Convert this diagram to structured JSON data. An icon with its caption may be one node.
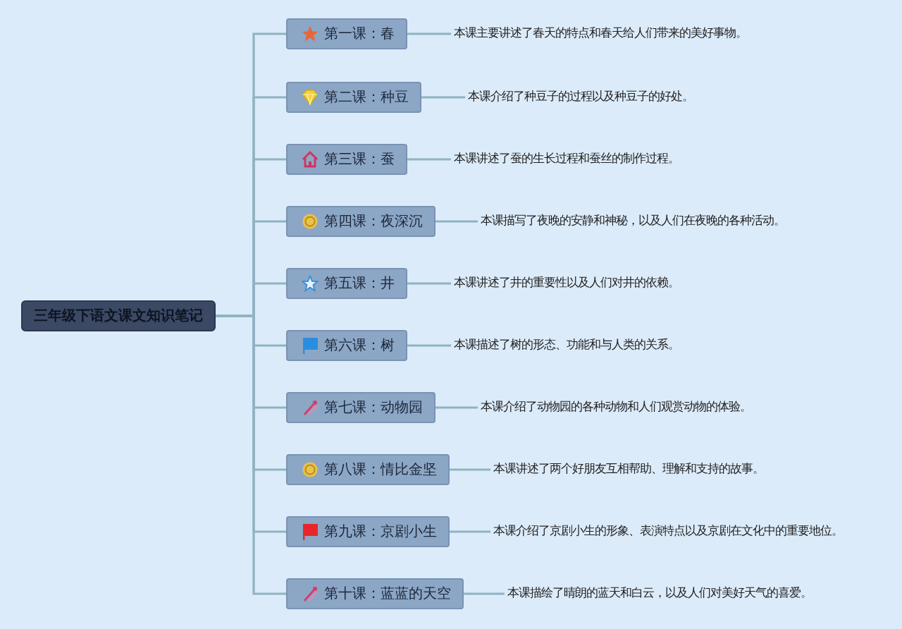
{
  "diagram": {
    "nodes": [
      {
        "text": [
          "三年级下语文课文知识笔记"
        ]
      },
      {
        "text": [
          "第一课：春"
        ]
      },
      {
        "text": [
          "第二课：种豆"
        ]
      },
      {
        "text": [
          "第三课：蚕"
        ]
      },
      {
        "text": [
          "第四课：夜深沉"
        ]
      },
      {
        "text": [
          "第五课：井"
        ]
      },
      {
        "text": [
          "第六课：树"
        ]
      },
      {
        "text": [
          "第七课：动物园"
        ]
      },
      {
        "text": [
          "第八课：情比金坚"
        ]
      },
      {
        "text": [
          "第九课：京剧小生"
        ]
      },
      {
        "text": [
          "第十课：蓝蓝的天空"
        ]
      },
      {
        "text": [
          "本课主要讲述了春天的特点和春天给人们带来的美好事物。"
        ]
      },
      {
        "text": [
          "本课介绍了种豆子的过程以及种豆子的好处。"
        ]
      },
      {
        "text": [
          "本课讲述了蚕的生长过程和蚕丝的制作过程。"
        ]
      },
      {
        "text": [
          "本课描写了夜晚的安静和神秘，以及人们在夜晚的各种活动。"
        ]
      },
      {
        "text": [
          "本课讲述了井的重要性以及人们对井的依赖。"
        ]
      },
      {
        "text": [
          "本课描述了树的形态、功能和与人类的关系。"
        ]
      },
      {
        "text": [
          "本课介绍了动物园的各种动物和人们观赏动物的体验。"
        ]
      },
      {
        "text": [
          "本课讲述了两个好朋友互相帮助、理解和支持的故事。"
        ]
      },
      {
        "text": [
          "本课介绍了京剧小生的形象、表演特点以及京剧在文化中的重要地位。"
        ]
      },
      {
        "text": [
          "本课描绘了晴朗的蓝天和白云，以及人们对美好天气的喜爱。"
        ]
      }
    ],
    "edges": [
      {
        "from": 0,
        "to": 1,
        "arrow": "none"
      },
      {
        "from": 0,
        "to": 2,
        "arrow": "none"
      },
      {
        "from": 0,
        "to": 3,
        "arrow": "none"
      },
      {
        "from": 0,
        "to": 4,
        "arrow": "none"
      },
      {
        "from": 0,
        "to": 5,
        "arrow": "none"
      },
      {
        "from": 0,
        "to": 6,
        "arrow": "none"
      },
      {
        "from": 0,
        "to": 7,
        "arrow": "none"
      },
      {
        "from": 0,
        "to": 8,
        "arrow": "none"
      },
      {
        "from": 0,
        "to": 9,
        "arrow": "none"
      },
      {
        "from": 0,
        "to": 10,
        "arrow": "none"
      },
      {
        "from": 1,
        "to": 11,
        "arrow": "none"
      },
      {
        "from": 2,
        "to": 12,
        "arrow": "none"
      },
      {
        "from": 3,
        "to": 13,
        "arrow": "none"
      },
      {
        "from": 4,
        "to": 14,
        "arrow": "none"
      },
      {
        "from": 5,
        "to": 15,
        "arrow": "none"
      },
      {
        "from": 6,
        "to": 16,
        "arrow": "none"
      },
      {
        "from": 7,
        "to": 17,
        "arrow": "none"
      },
      {
        "from": 8,
        "to": 18,
        "arrow": "none"
      },
      {
        "from": 9,
        "to": 19,
        "arrow": "none"
      },
      {
        "from": 10,
        "to": 20,
        "arrow": "none"
      }
    ]
  }
}
